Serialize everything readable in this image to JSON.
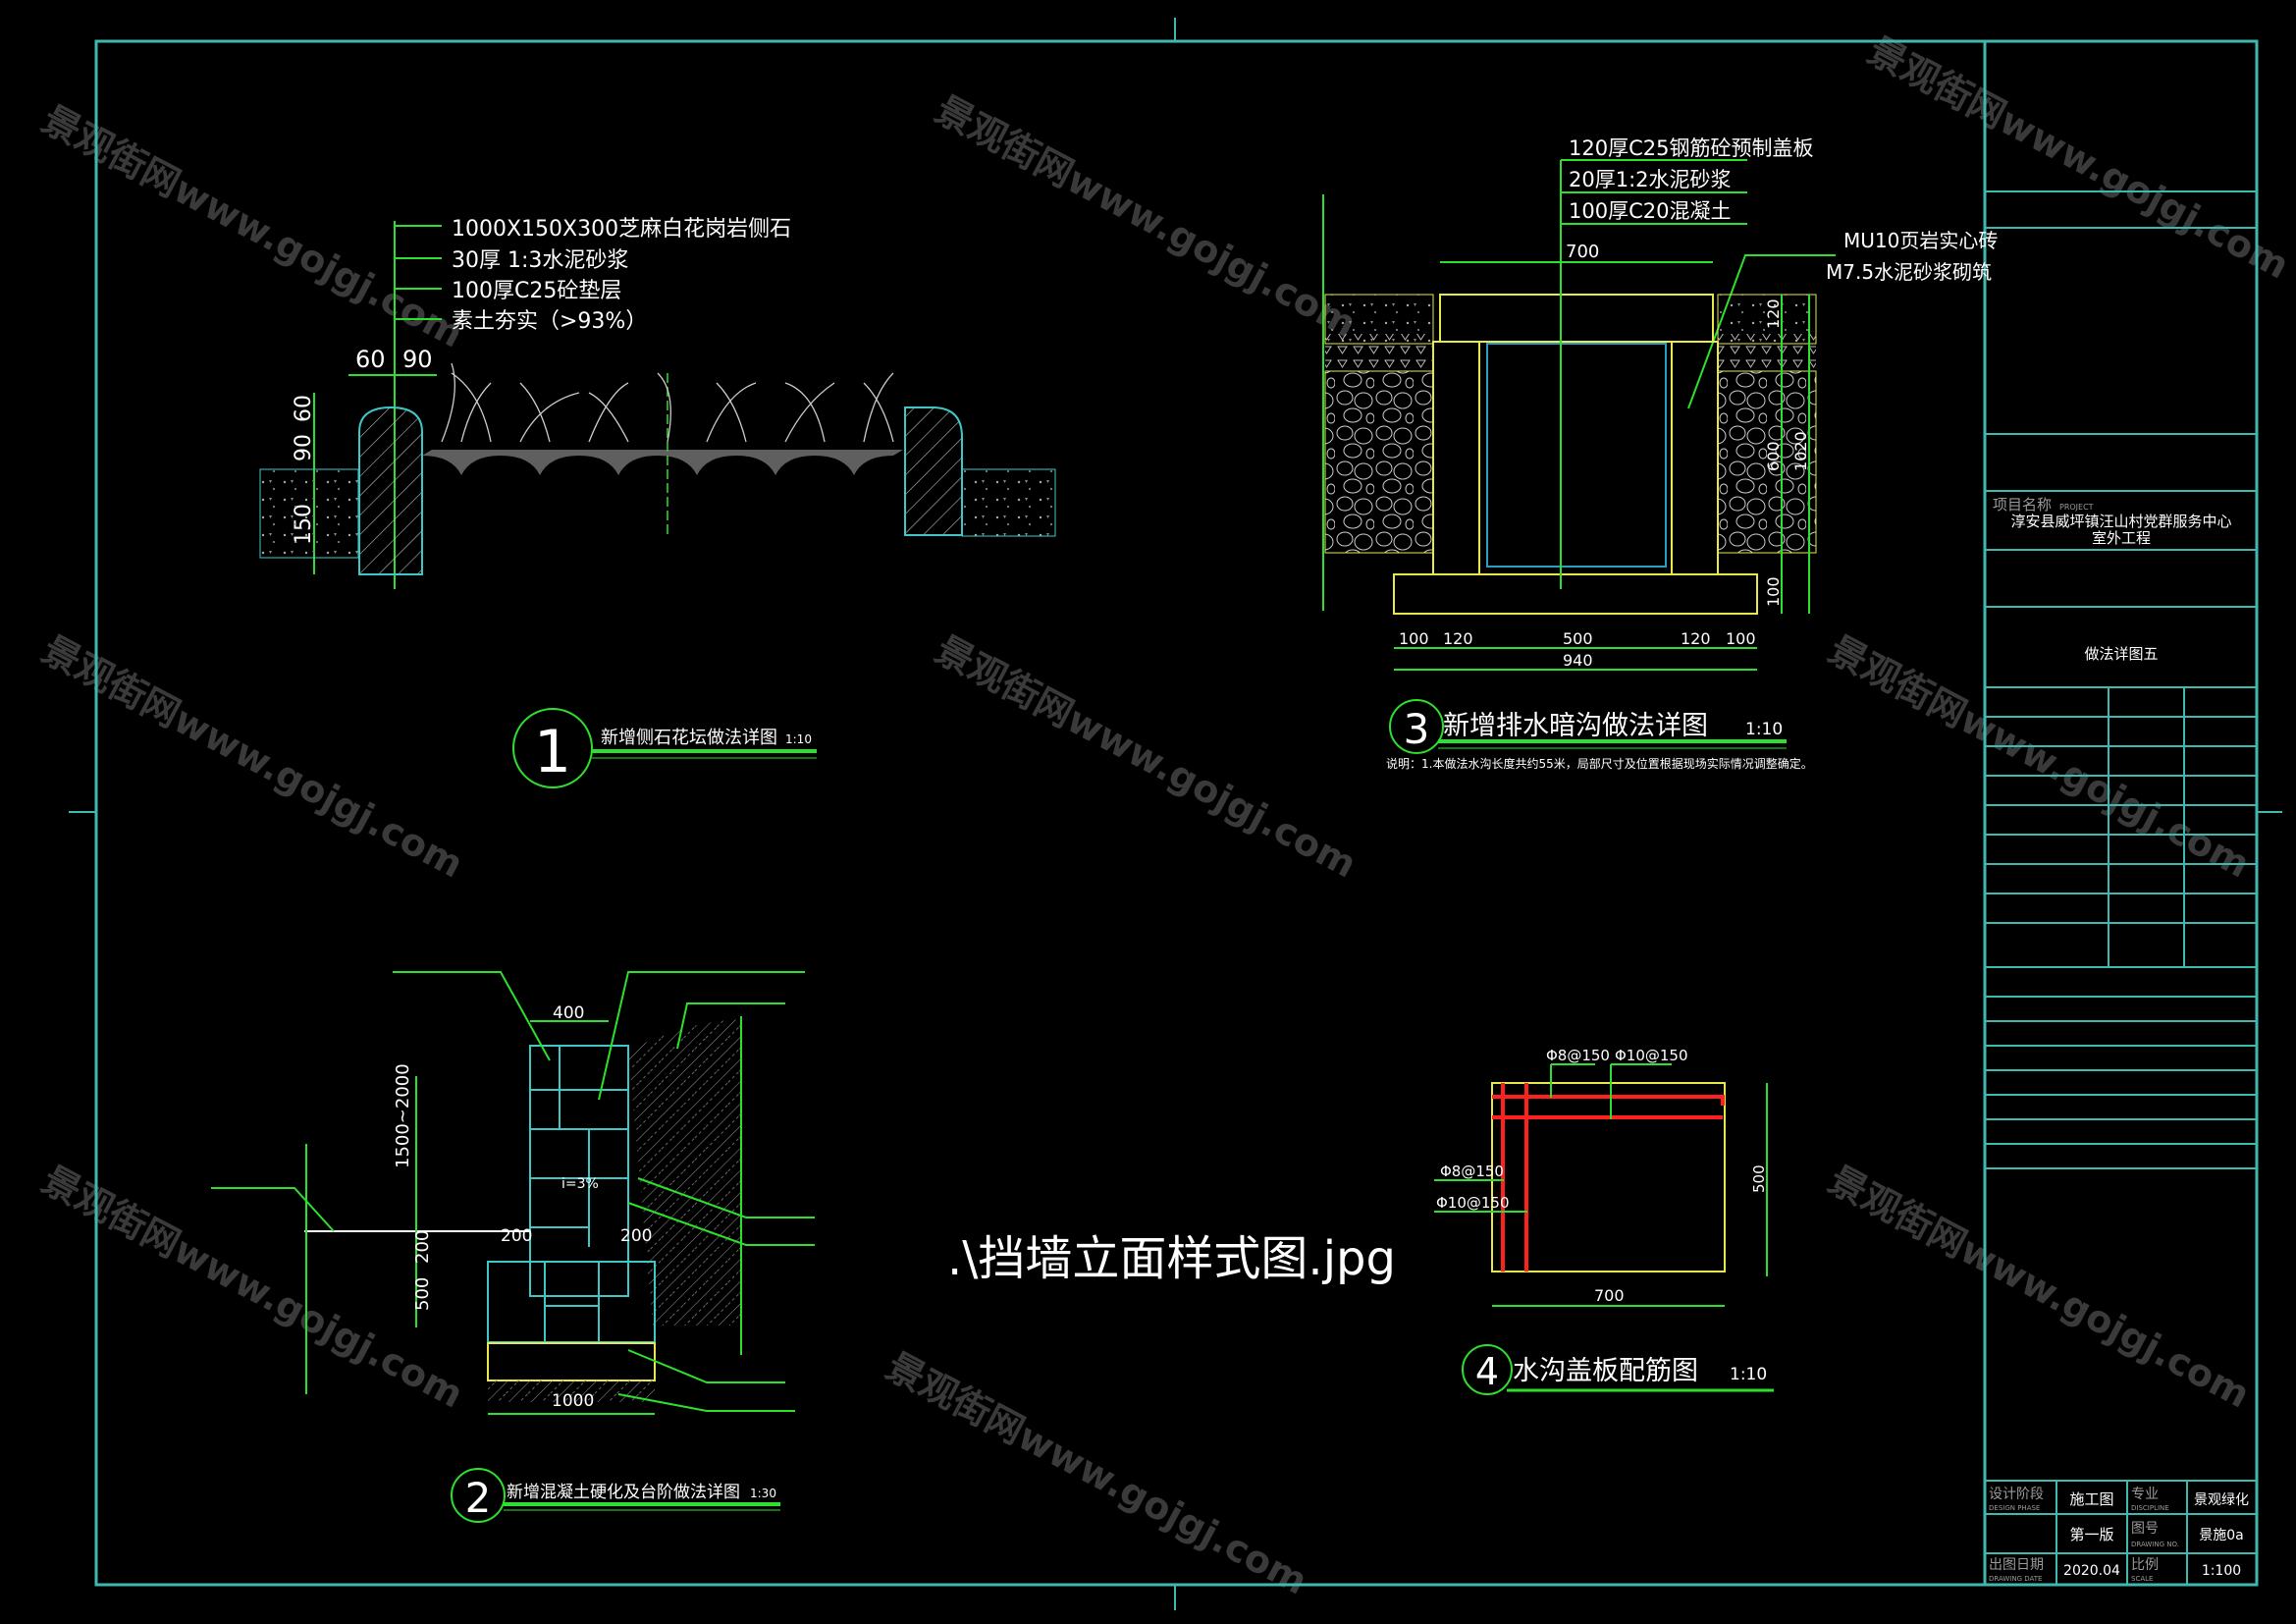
{
  "watermark": "景观街网www.gojgj.com",
  "colors": {
    "frame": "#3fb8b0",
    "dim": "#2de02d",
    "outline": "#e8e84a",
    "rebar": "#ff2020",
    "stone": "#3fc7c7"
  },
  "detail1": {
    "number": "1",
    "title": "新增侧石花坛做法详图",
    "scale": "1:10",
    "layers": [
      "1000X150X300芝麻白花岗岩侧石",
      "30厚 1:3水泥砂浆",
      "100厚C25砼垫层",
      "素土夯实（>93%）"
    ],
    "dims_top": [
      "60",
      "90"
    ],
    "dims_side": [
      "60",
      "90",
      "150"
    ]
  },
  "detail2": {
    "number": "2",
    "title": "新增混凝土硬化及台阶做法详图",
    "scale": "1:30",
    "dims": {
      "top": "400",
      "height": "1500~2000",
      "step1": "200",
      "step2": "500",
      "left": "200",
      "right": "200",
      "bottom": "1000"
    },
    "slope": "i=3%"
  },
  "detail3": {
    "number": "3",
    "title": "新增排水暗沟做法详图",
    "scale": "1:10",
    "layers": [
      "120厚C25钢筋砼预制盖板",
      "20厚1:2水泥砂浆",
      "100厚C20混凝土"
    ],
    "side_labels": [
      "MU10页岩实心砖",
      "M7.5水泥砂浆砌筑"
    ],
    "dims_bottom": [
      "100",
      "120",
      "500",
      "120",
      "100"
    ],
    "dim_total": "940",
    "dim_top": "700",
    "dims_right": [
      "120",
      "600",
      "1020",
      "100"
    ],
    "note": "说明：1.本做法水沟长度共约55米，局部尺寸及位置根据现场实际情况调整确定。"
  },
  "detail4": {
    "number": "4",
    "title": "水沟盖板配筋图",
    "scale": "1:10",
    "rebar": [
      "Φ8@150",
      "Φ10@150",
      "Φ8@150",
      "Φ10@150"
    ],
    "width": "700",
    "height": "500"
  },
  "image_ref": ".\\挡墙立面样式图.jpg",
  "title_block": {
    "project_label": "项目名称",
    "project_label_en": "PROJECT",
    "project_name_1": "淳安县威坪镇汪山村党群服务中心",
    "project_name_2": "室外工程",
    "drawing_title": "做法详图五",
    "design_phase_label": "设计阶段",
    "design_phase_label_en": "DESIGN PHASE",
    "design_phase": "施工图",
    "discipline_label": "专业",
    "discipline_label_en": "DISCIPLINE",
    "discipline": "景观绿化",
    "version": "第一版",
    "drawing_no_label": "图号",
    "drawing_no_label_en": "DRAWING NO.",
    "drawing_no": "景施0a",
    "date_label": "出图日期",
    "date_label_en": "DRAWING DATE",
    "date": "2020.04",
    "scale_label": "比例",
    "scale_label_en": "SCALE",
    "scale": "1:100"
  }
}
